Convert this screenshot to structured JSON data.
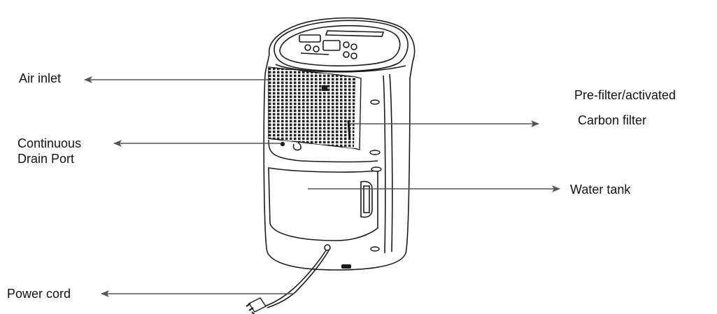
{
  "labels": {
    "air_inlet": "Air inlet",
    "drain_port": "Continuous\nDrain Port",
    "power_cord": "Power cord",
    "filter_line1": "Pre-filter/activated",
    "filter_line2": "Carbon filter",
    "water_tank": "Water  tank"
  },
  "colors": {
    "ink": "#111111",
    "arrow": "#555555",
    "body_line": "#1a1a1a"
  }
}
